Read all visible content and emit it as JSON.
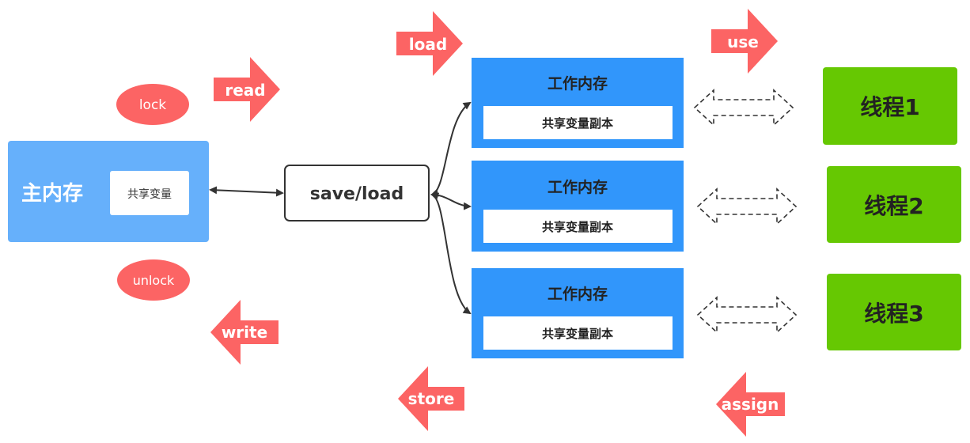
{
  "main_memory": {
    "title": "主内存",
    "shared_var": "共享变量"
  },
  "save_load": "save/load",
  "working_memories": [
    {
      "title": "工作内存",
      "copy": "共享变量副本"
    },
    {
      "title": "工作内存",
      "copy": "共享变量副本"
    },
    {
      "title": "工作内存",
      "copy": "共享变量副本"
    }
  ],
  "threads": [
    "线程1",
    "线程2",
    "线程3"
  ],
  "operations": {
    "lock": "lock",
    "unlock": "unlock",
    "read": "read",
    "write": "write",
    "load": "load",
    "store": "store",
    "use": "use",
    "assign": "assign"
  },
  "colors": {
    "main_memory_fill": "#66b0fb",
    "working_memory_fill": "#3196fb",
    "thread_fill": "#66c802",
    "operation_fill": "#fc6464",
    "connector": "#333333"
  }
}
